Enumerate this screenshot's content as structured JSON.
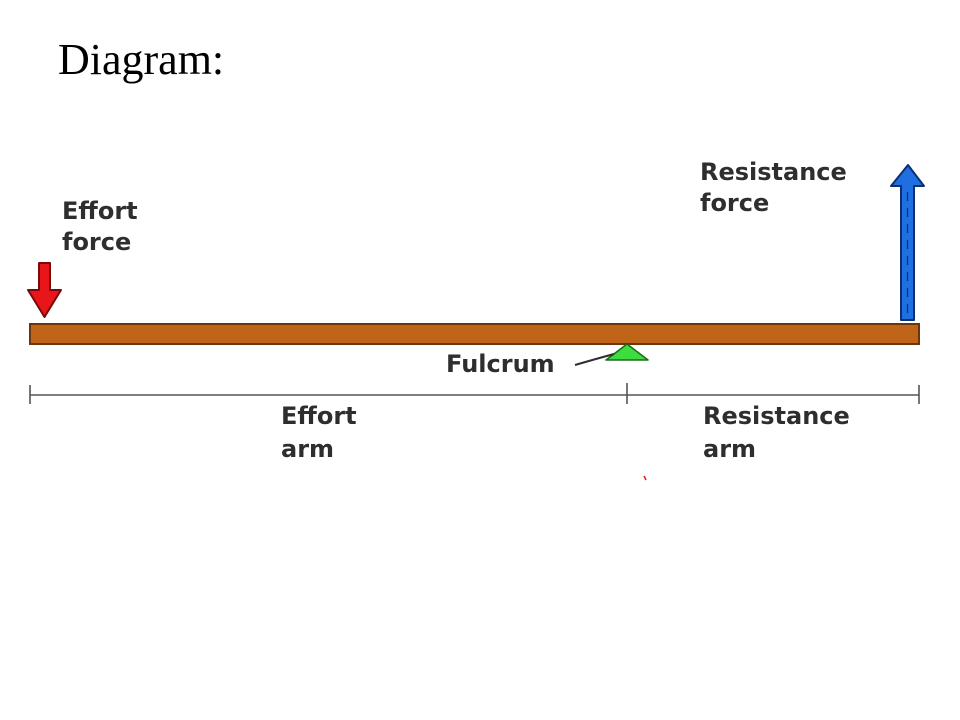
{
  "title": "Diagram:",
  "labels": {
    "effort_force": [
      "Effort",
      "force"
    ],
    "resistance_force": [
      "Resistance",
      "force"
    ],
    "fulcrum": "Fulcrum",
    "effort_arm": [
      "Effort",
      "arm"
    ],
    "resistance_arm": [
      "Resistance",
      "arm"
    ]
  },
  "colors": {
    "lever": "#c0641a",
    "lever_edge": "#6b3510",
    "effort_arrow": "#e8151b",
    "resistance_arrow": "#1f6fe0",
    "fulcrum": "#3fdc3f",
    "label_text": "#2e2e2e"
  },
  "icons": {
    "effort_arrow": "arrow-down-icon",
    "resistance_arrow": "arrow-up-icon",
    "fulcrum": "triangle-icon"
  }
}
